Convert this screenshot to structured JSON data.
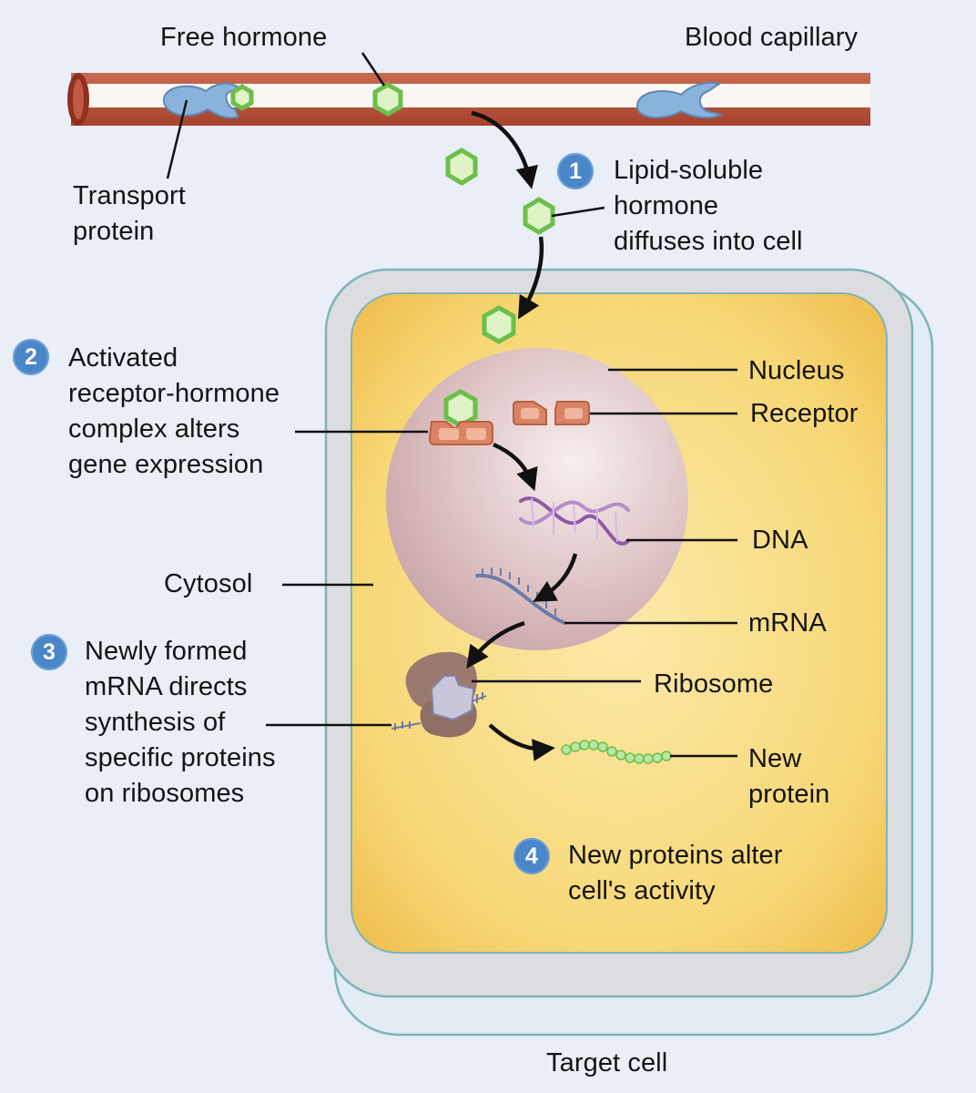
{
  "labels": {
    "free_hormone": "Free hormone",
    "blood_capillary": "Blood capillary",
    "transport_protein": [
      "Transport",
      "protein"
    ],
    "cytosol": "Cytosol",
    "nucleus": "Nucleus",
    "receptor": "Receptor",
    "dna": "DNA",
    "mrna": "mRNA",
    "ribosome": "Ribosome",
    "new_protein": [
      "New",
      "protein"
    ],
    "target_cell": "Target cell"
  },
  "steps": [
    {
      "number": "1",
      "text": [
        "Lipid-soluble",
        "hormone",
        "diffuses into cell"
      ]
    },
    {
      "number": "2",
      "text": [
        "Activated",
        "receptor-hormone",
        "complex alters",
        "gene expression"
      ]
    },
    {
      "number": "3",
      "text": [
        "Newly formed",
        "mRNA directs",
        "synthesis of",
        "specific proteins",
        "on ribosomes"
      ]
    },
    {
      "number": "4",
      "text": [
        "New proteins alter",
        "cell's activity"
      ]
    }
  ],
  "colors": {
    "background": "#e9eef7",
    "capillary": "#b85138",
    "cytosol": "#f5cf63",
    "nucleus": "#d9bcbf",
    "hormone": "#8fcf6e",
    "receptor": "#d98466",
    "step_badge": "#4a86c8",
    "transport_protein": "#8ab3dc"
  }
}
